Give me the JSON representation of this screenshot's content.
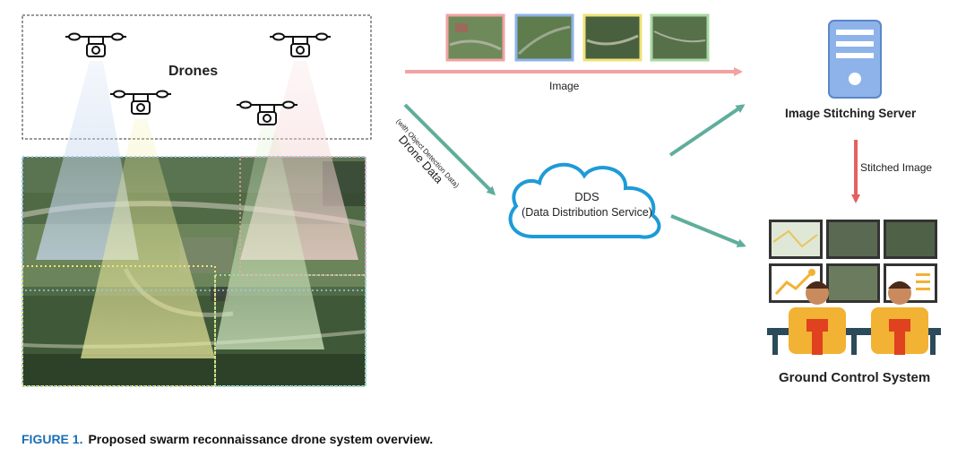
{
  "drones_label": "Drones",
  "image_label": "Image",
  "drone_data_label": "Drone Data",
  "detection_label": "(with Object Detection Data)",
  "dds_title": "DDS",
  "dds_subtitle": "(Data Distribution Service)",
  "server_label": "Image Stitching Server",
  "stitched_label": "Stitched Image",
  "gcs_label": "Ground Control System",
  "caption": {
    "number": "FIGURE 1.",
    "text": "Proposed swarm reconnaissance drone system overview."
  },
  "colors": {
    "image_arrow": "#f1a3a3",
    "data_arrow": "#5fae9c",
    "stitch_arrow": "#e26262",
    "cloud": "#1e9bd7",
    "server": "#8db3ea",
    "thumb_borders": [
      "#f1a3a3",
      "#8db3ea",
      "#f0e27a",
      "#a9d8a2"
    ]
  },
  "icons": {
    "drone": "drone-icon",
    "server": "server-icon",
    "cloud": "cloud-icon",
    "operators": "operator-icon"
  }
}
